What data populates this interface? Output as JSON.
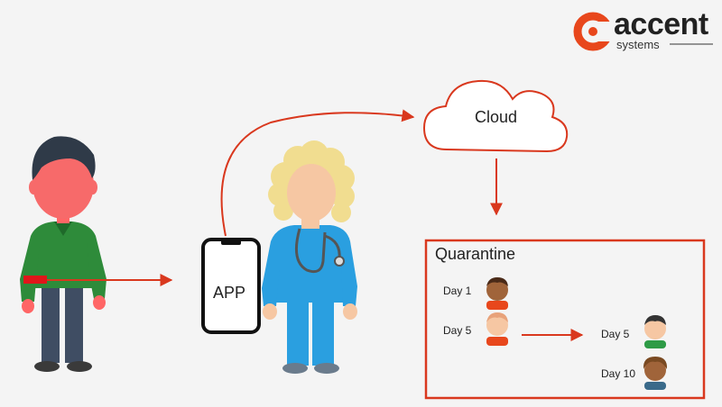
{
  "logo": {
    "brand": "accent",
    "sub": "systems",
    "color": "#e8471c"
  },
  "cloud": {
    "label": "Cloud"
  },
  "phone": {
    "label": "APP"
  },
  "quarantine": {
    "title": "Quarantine",
    "left_entries": [
      {
        "label": "Day 1"
      },
      {
        "label": "Day 5"
      }
    ],
    "right_entries": [
      {
        "label": "Day 5"
      },
      {
        "label": "Day 10"
      }
    ]
  },
  "colors": {
    "accent": "#d9381e",
    "shirt": "#2e8b3a",
    "scrubs": "#2a9fe0",
    "skin": "#f6c7a3"
  }
}
